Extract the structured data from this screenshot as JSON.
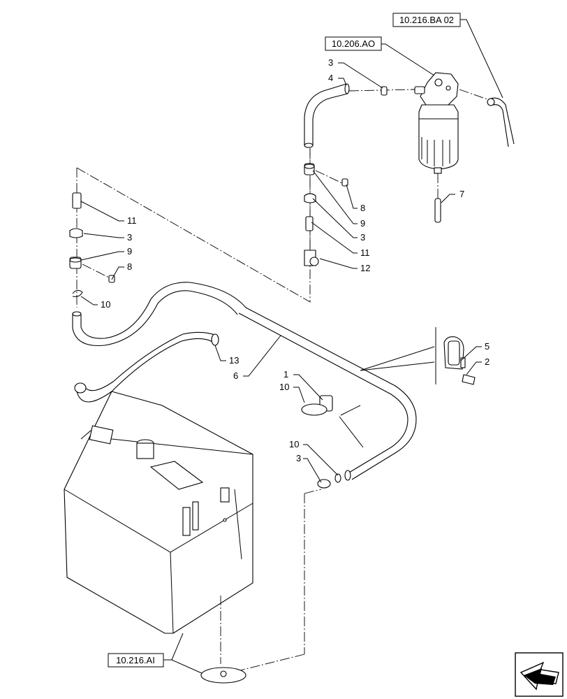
{
  "refs": {
    "filter_ref_a": "10.216.BA 02",
    "filter_ref_b": "10.206.AO",
    "tank_ref": "10.216.AI"
  },
  "callouts": {
    "c3_top": "3",
    "c4": "4",
    "c7": "7",
    "c8_mid": "8",
    "c9_mid": "9",
    "c3_mid": "3",
    "c11_mid": "11",
    "c12": "12",
    "c11_left": "11",
    "c3_left": "3",
    "c9_left": "9",
    "c8_left": "8",
    "c10_left": "10",
    "c13": "13",
    "c6": "6",
    "c5": "5",
    "c2": "2",
    "c1": "1",
    "c10_clamp": "10",
    "c10_lower": "10",
    "c3_lower": "3"
  },
  "nav_icon": "next-page-arrow-icon"
}
